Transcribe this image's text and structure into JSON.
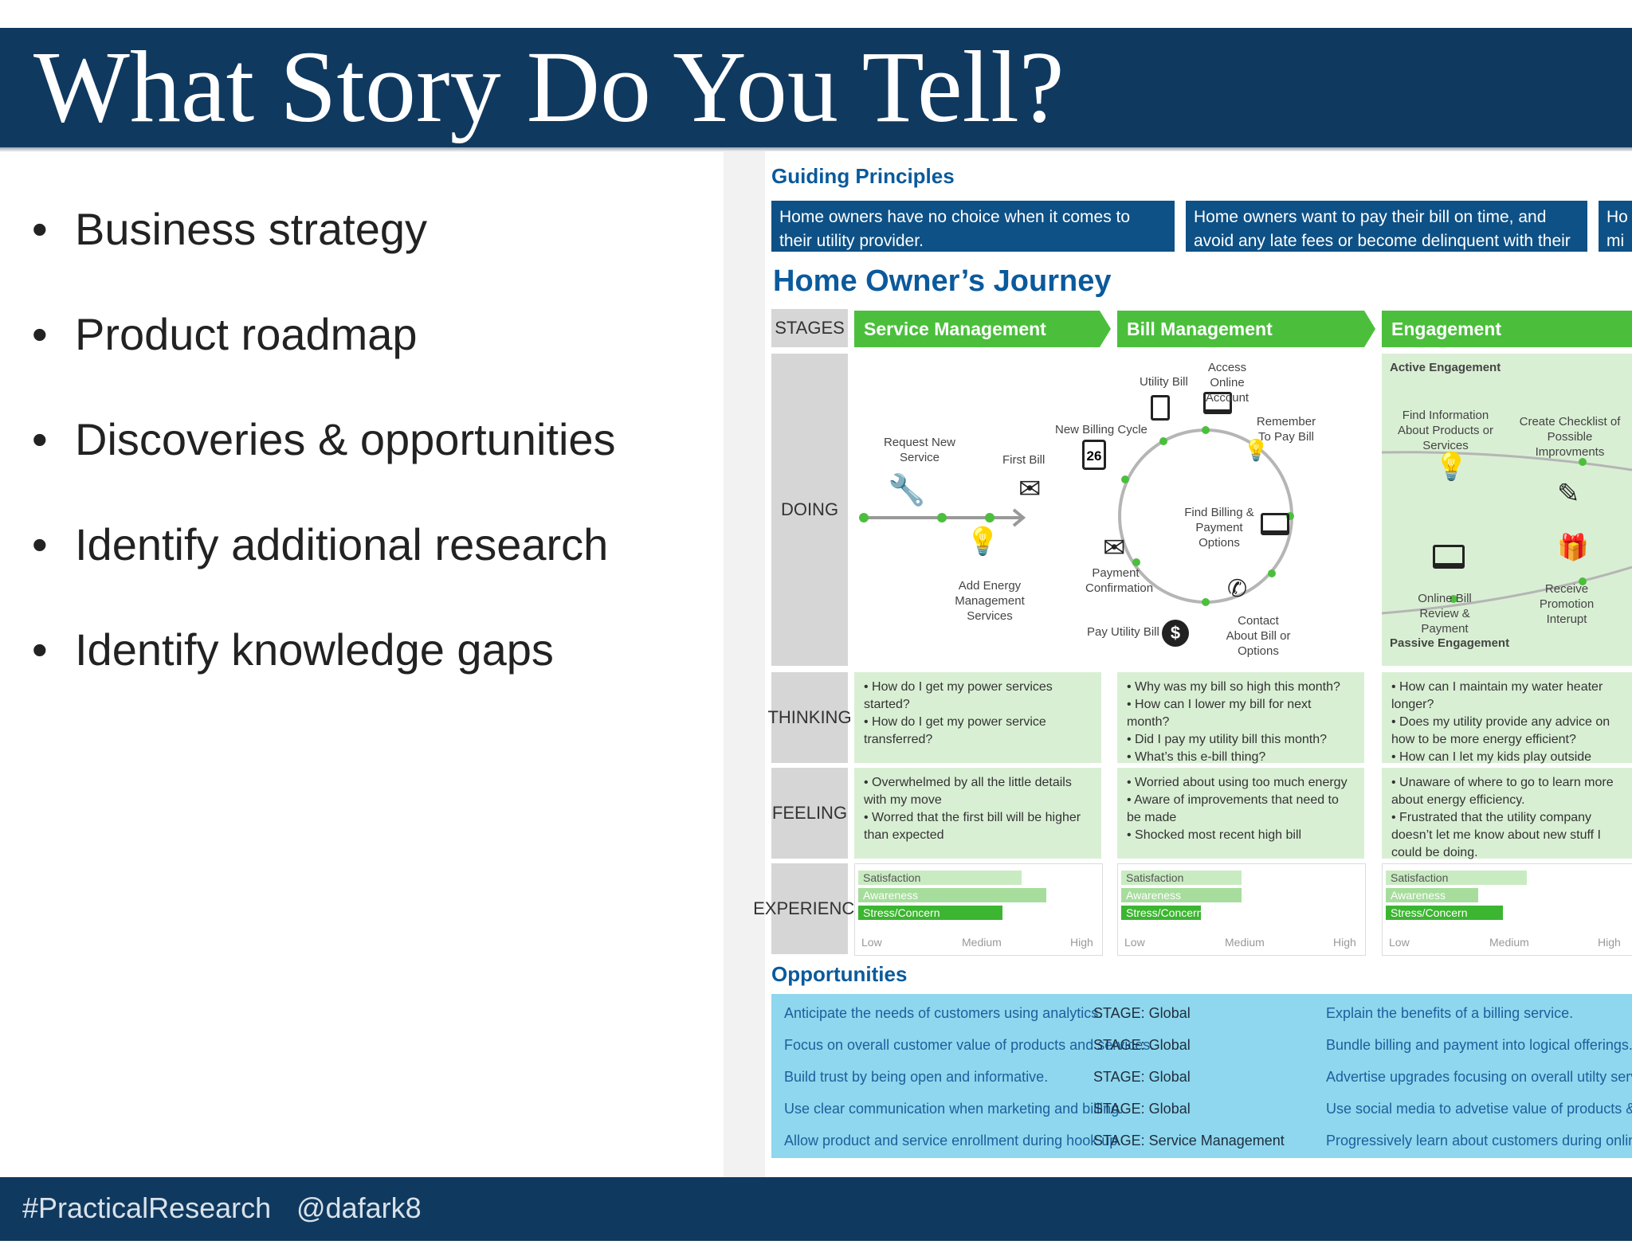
{
  "slide": {
    "title": "What Story Do You Tell?",
    "bullets": [
      "Business strategy",
      "Product roadmap",
      "Discoveries & opportunities",
      "Identify additional research",
      "Identify knowledge gaps"
    ],
    "footer": {
      "hashtag": "#PracticalResearch",
      "handle": "@dafark8"
    }
  },
  "journey_map": {
    "guiding_principles": {
      "heading": "Guiding Principles",
      "items": [
        "Home owners have no choice when it comes to their utility provider.",
        "Home owners want to pay their bill on time, and avoid any late fees or become delinquent with their utility company.",
        "Ho mi"
      ]
    },
    "title": "Home Owner’s Journey",
    "stages_label": "STAGES",
    "stages": [
      "Service Management",
      "Bill Management",
      "Engagement"
    ],
    "rows": [
      "DOING",
      "THINKING",
      "FEELING",
      "EXPERIENCE"
    ],
    "doing": {
      "service": [
        "Request New Service",
        "First Bill",
        "Add Energy Management Services"
      ],
      "bill": [
        "New Billing Cycle",
        "Utility Bill",
        "Access Online Account",
        "Remember To Pay Bill",
        "Find Billing & Payment Options",
        "Contact About Bill or Options",
        "Pay Utility Bill",
        "Payment Confirmation"
      ],
      "calendar_day": "26",
      "engagement": {
        "active": "Active Engagement",
        "passive": "Passive Engagement",
        "items": [
          "Find Information About Products or Services",
          "Create Checklist of Possible Improvments",
          "Online Bill Review & Payment",
          "Receive Promotion Interupt"
        ]
      }
    },
    "thinking": [
      [
        "How do I get my power services started?",
        "How do I get my power service transferred?"
      ],
      [
        "Why was my bill so high this month?",
        "How can I lower my bill for next month?",
        "Did I pay my utility bill this month?",
        "What’s this e-bill thing?"
      ],
      [
        "How can I maintain my water heater longer?",
        "Does my utility provide any advice on how to be more energy efficient?",
        "How can I let my kids play outside longer?"
      ]
    ],
    "feeling": [
      [
        "Overwhelmed by all the little details with my move",
        "Worred that the first bill will be higher than expected"
      ],
      [
        "Worried about using too much energy",
        "Aware of improvements that need to be made",
        "Shocked most recent high bill"
      ],
      [
        "Unaware of where to go to learn more about energy efficiency.",
        "Frustrated that the utility company doesn’t let me know about new stuff I could be doing."
      ]
    ],
    "experience": {
      "metrics": [
        "Satisfaction",
        "Awareness",
        "Stress/Concern"
      ],
      "scale": [
        "Low",
        "Medium",
        "High"
      ],
      "values": [
        [
          0.68,
          0.78,
          0.6
        ],
        [
          0.5,
          0.5,
          0.33
        ],
        [
          0.58,
          0.38,
          0.48
        ]
      ],
      "colors": [
        "#c9ebc2",
        "#a6dd9c",
        "#3cb531"
      ]
    },
    "opportunities": {
      "heading": "Opportunities",
      "rows": [
        {
          "text": "Anticipate the needs of customers using analytics.",
          "stage": "STAGE: Global",
          "right": "Explain the benefits of a billing service."
        },
        {
          "text": "Focus on overall customer value of products and services.",
          "stage": "STAGE: Global",
          "right": "Bundle billing and payment into logical offerings."
        },
        {
          "text": "Build trust by being open and informative.",
          "stage": "STAGE: Global",
          "right": "Advertise upgrades focusing on overall utilty service."
        },
        {
          "text": "Use clear communication when marketing and billing.",
          "stage": "STAGE: Global",
          "right": "Use social media to advetise value of products & services."
        },
        {
          "text": "Allow product and service enrollment during hook up.",
          "stage": "STAGE: Service Management",
          "right": "Progressively learn about customers during online visits"
        }
      ]
    }
  }
}
